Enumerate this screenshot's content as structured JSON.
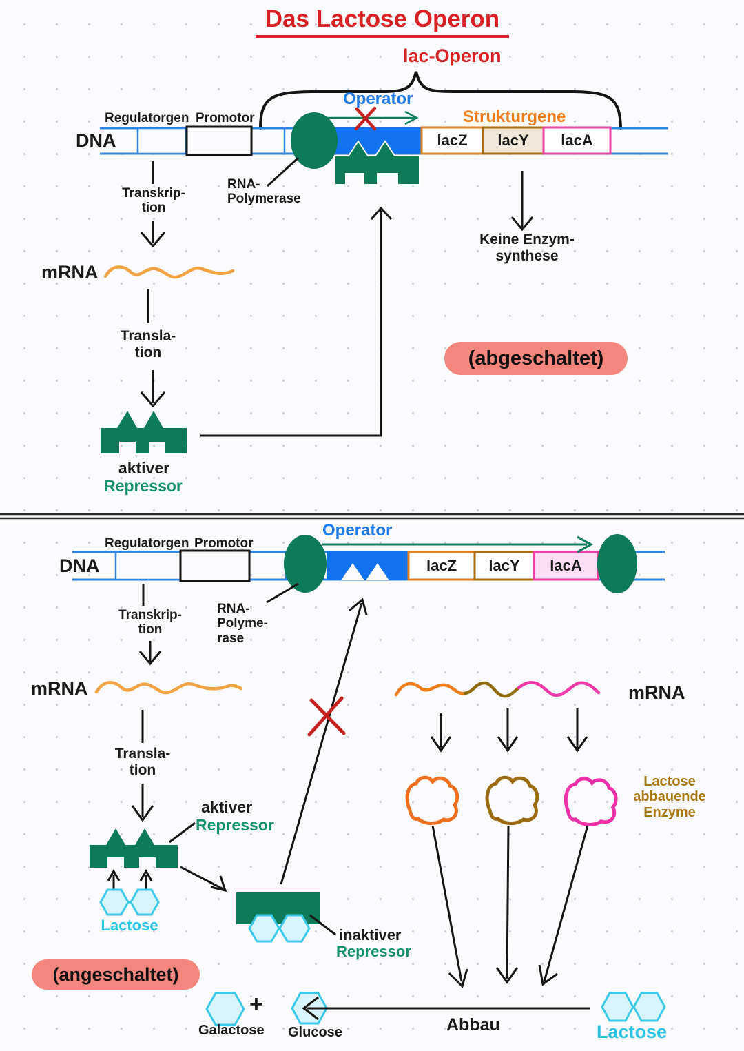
{
  "title": "Das Lactose Operon",
  "colors": {
    "red": "#d92024",
    "dna_blue": "#2e86e0",
    "operator_blue": "#1273f0",
    "green": "#0d7a58",
    "green_text": "#12926b",
    "orange": "#ef7d1a",
    "brown": "#a06c10",
    "magenta": "#ee3fa5",
    "cyan": "#2bc4e4",
    "highlight": "#f4867d"
  },
  "top": {
    "operon_label": "lac-Operon",
    "dna": "DNA",
    "regulatorgen": "Regulatorgen",
    "promotor": "Promotor",
    "operator": "Operator",
    "strukturgene": "Strukturgene",
    "genes": [
      "lacZ",
      "lacY",
      "lacA"
    ],
    "transkription": "Transkrip-\ntion",
    "rna_polymerase": "RNA-\nPolymerase",
    "mrna": "mRNA",
    "translation": "Transla-\ntion",
    "aktiver": "aktiver",
    "repressor": "Repressor",
    "keine_enzymsynthese": "Keine Enzym-\nsynthese",
    "state": "(abgeschaltet)"
  },
  "bottom": {
    "dna": "DNA",
    "regulatorgen": "Regulatorgen",
    "promotor": "Promotor",
    "operator": "Operator",
    "genes": [
      "lacZ",
      "lacY",
      "lacA"
    ],
    "transkription": "Transkrip-\ntion",
    "rna_polymerase": "RNA-\nPolyme-\nrase",
    "mrna_left": "mRNA",
    "mrna_right": "mRNA",
    "translation": "Transla-\ntion",
    "aktiver": "aktiver",
    "repressor": "Repressor",
    "inaktiver": "inaktiver",
    "repressor2": "Repressor",
    "lactose_small": "Lactose",
    "enzyme_label": "Lactose\nabbauende\nEnzyme",
    "state": "(angeschaltet)",
    "abbau": "Abbau",
    "galactose": "Galactose",
    "glucose": "Glucose",
    "plus": "+",
    "lactose_big": "Lactose"
  }
}
